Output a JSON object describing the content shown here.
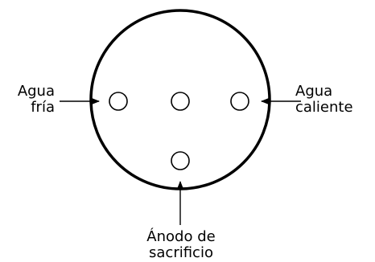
{
  "diagram": {
    "labels": {
      "cold_water": [
        "Agua",
        "fría"
      ],
      "hot_water": [
        "Agua",
        "caliente"
      ],
      "anode": [
        "Ánodo de",
        "sacrificio"
      ]
    },
    "colors": {
      "stroke": "#000000",
      "background": "#ffffff"
    }
  }
}
